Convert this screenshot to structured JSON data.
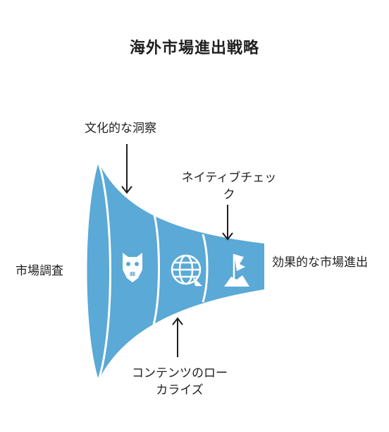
{
  "title": "海外市場進出戦略",
  "stages": [
    {
      "label": "市場調査",
      "icon": "cat-mask-icon"
    },
    {
      "label": "文化的な洞察",
      "icon": "globe-icon"
    },
    {
      "label": "コンテンツのローカライズ",
      "icon": "flag-on-mountain-icon"
    }
  ],
  "callouts": {
    "top": "文化的な洞察",
    "right": "ネイティブチェック",
    "left": "市場調査",
    "end": "効果的な市場進出",
    "bottom": "コンテンツのローカライズ"
  },
  "colors": {
    "funnel_fill": "#5aa9d6",
    "funnel_dark": "#4a94c2",
    "divider": "#ffffff",
    "text": "#1f1f1f"
  }
}
